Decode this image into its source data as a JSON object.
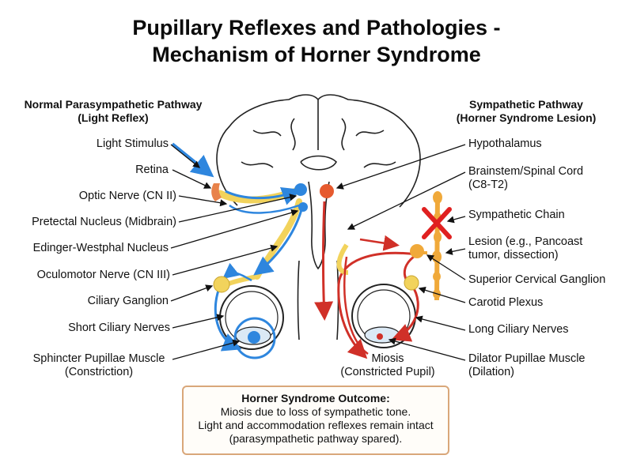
{
  "title": {
    "line1": "Pupillary Reflexes and Pathologies -",
    "line2": "Mechanism of Horner Syndrome"
  },
  "left_header": {
    "line1": "Normal Parasympathetic Pathway",
    "line2": "(Light Reflex)"
  },
  "right_header": {
    "line1": "Sympathetic Pathway",
    "line2": "(Horner Syndrome Lesion)"
  },
  "left_labels": [
    "Light Stimulus",
    "Retina",
    "Optic Nerve (CN II)",
    "Pretectal Nucleus (Midbrain)",
    "Edinger-Westphal Nucleus",
    "Oculomotor Nerve (CN III)",
    "Ciliary Ganglion",
    "Short Ciliary Nerves",
    "Sphincter Pupillae Muscle",
    "(Constriction)"
  ],
  "right_labels": [
    "Hypothalamus",
    "Brainstem/Spinal Cord",
    "(C8-T2)",
    "Sympathetic Chain",
    "Lesion (e.g., Pancoast",
    "tumor, dissection)",
    "Superior Cervical Ganglion",
    "Carotid Plexus",
    "Long Ciliary Nerves",
    "Dilator Pupillae Muscle",
    "(Dilation)"
  ],
  "center_labels": {
    "miosis": "Miosis",
    "constricted": "(Constricted Pupil)"
  },
  "outcome": {
    "heading": "Horner Syndrome Outcome:",
    "line1": "Miosis due to loss of sympathetic tone.",
    "line2": "Light and accommodation reflexes remain intact",
    "line3": "(parasympathetic pathway spared)."
  },
  "colors": {
    "parasympathetic": "#2e86de",
    "sympathetic": "#d03028",
    "nerve": "#f2d35c",
    "lesion": "#e02020",
    "chain": "#f0a93a"
  },
  "icons": {
    "lesion_marker": "x-mark-icon"
  }
}
